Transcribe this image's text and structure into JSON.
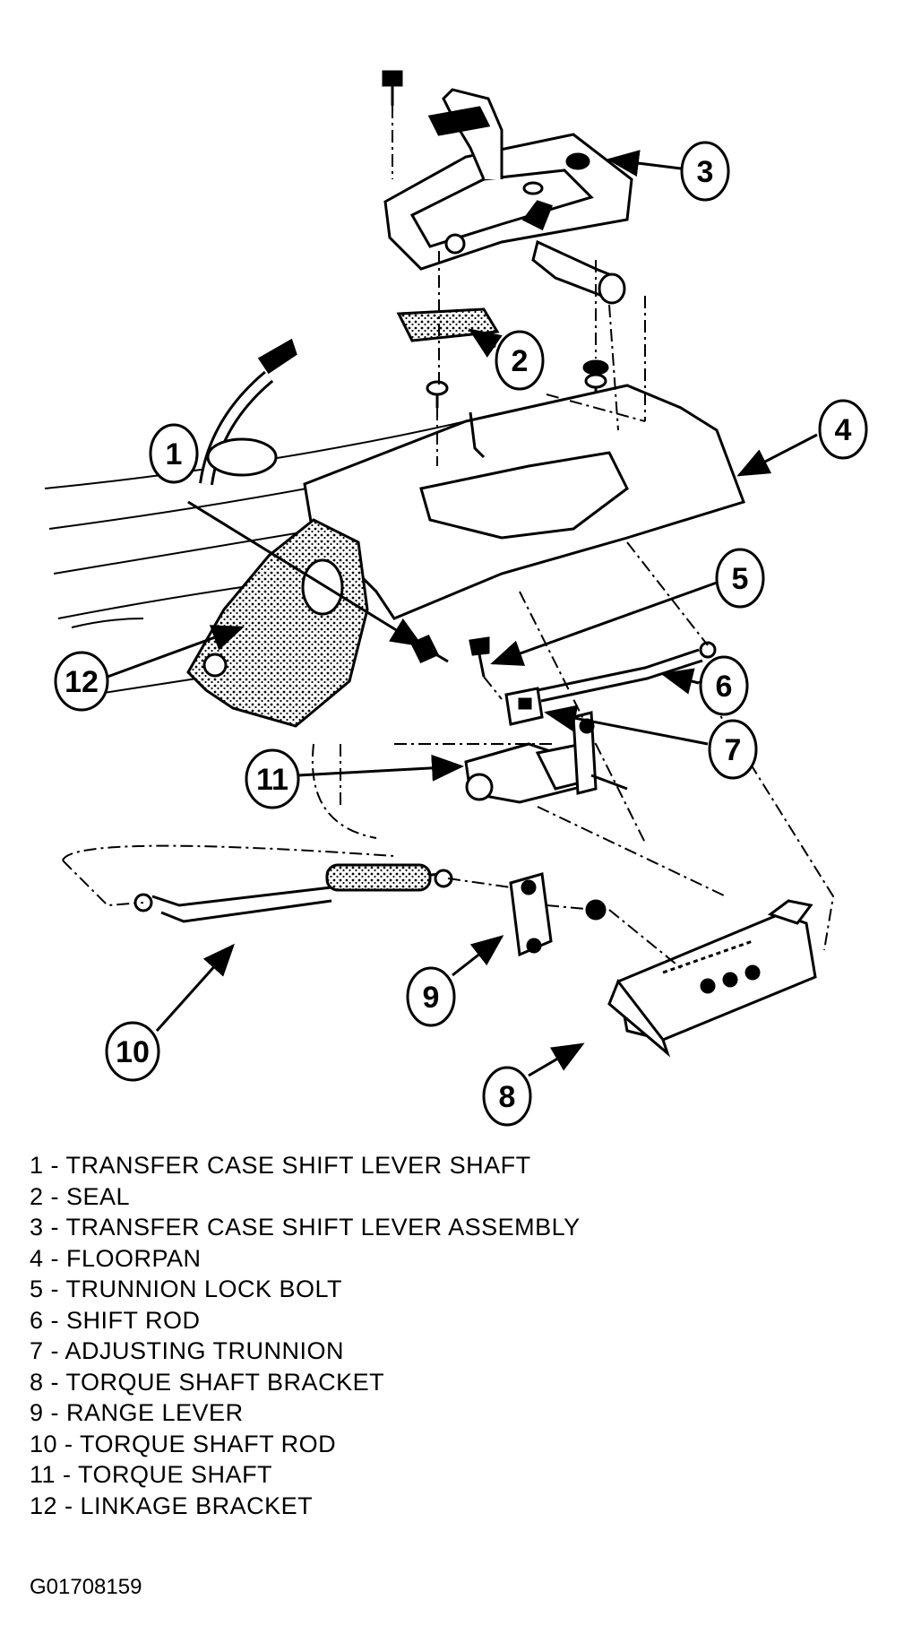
{
  "callouts": [
    "1",
    "2",
    "3",
    "4",
    "5",
    "6",
    "7",
    "8",
    "9",
    "10",
    "11",
    "12"
  ],
  "legend": [
    "1 - TRANSFER CASE SHIFT LEVER SHAFT",
    "2 - SEAL",
    "3 - TRANSFER CASE SHIFT LEVER ASSEMBLY",
    "4 - FLOORPAN",
    "5 - TRUNNION LOCK BOLT",
    "6 - SHIFT ROD",
    "7 - ADJUSTING TRUNNION",
    "8 - TORQUE SHAFT BRACKET",
    "9 - RANGE LEVER",
    "10 - TORQUE SHAFT ROD",
    "11 - TORQUE SHAFT",
    "12 - LINKAGE BRACKET"
  ],
  "figure_id": "G01708159",
  "colors": {
    "line": "#000000",
    "background": "#ffffff"
  }
}
